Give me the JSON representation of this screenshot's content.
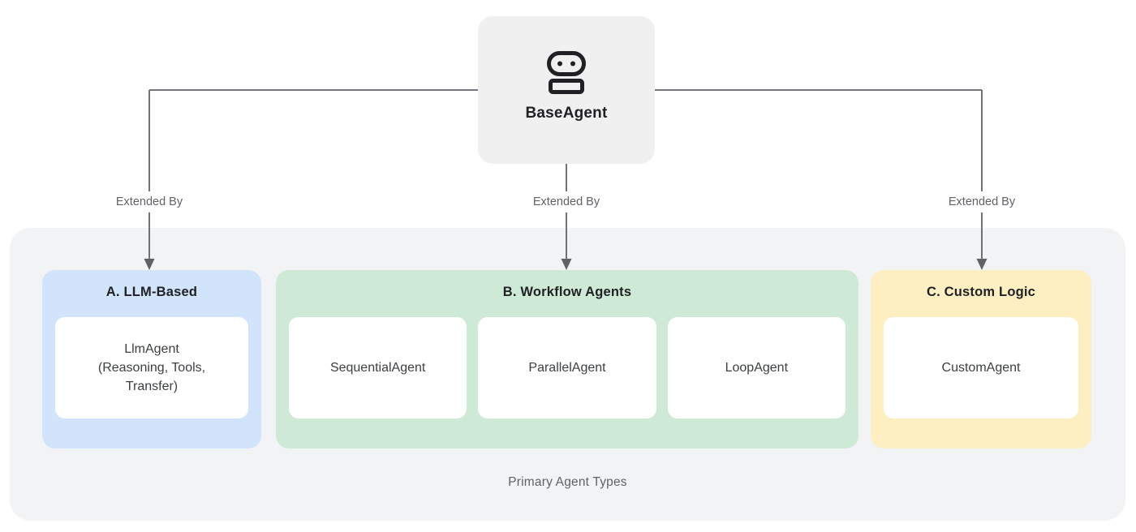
{
  "diagram": {
    "parent_node": {
      "label": "BaseAgent",
      "icon": "robot"
    },
    "edge_labels": [
      "Extended By",
      "Extended By",
      "Extended By"
    ],
    "caption": "Primary Agent Types",
    "groups": [
      {
        "title": "A. LLM-Based",
        "bg": "#d2e3fc",
        "items": [
          "LlmAgent\n(Reasoning, Tools,\nTransfer)"
        ]
      },
      {
        "title": "B. Workflow Agents",
        "bg": "#ceead6",
        "items": [
          "SequentialAgent",
          "ParallelAgent",
          "LoopAgent"
        ]
      },
      {
        "title": "C. Custom Logic",
        "bg": "#feefc3",
        "items": [
          "CustomAgent"
        ]
      }
    ],
    "colors": {
      "canvas_bg": "#ffffff",
      "parent_node_bg": "#f0f0f0",
      "container_bg": "#f1f3f4",
      "card_bg": "#ffffff",
      "connector": "#5f6368",
      "title_text": "#202124",
      "card_text": "#3c4043",
      "muted_text": "#5f6368"
    }
  }
}
